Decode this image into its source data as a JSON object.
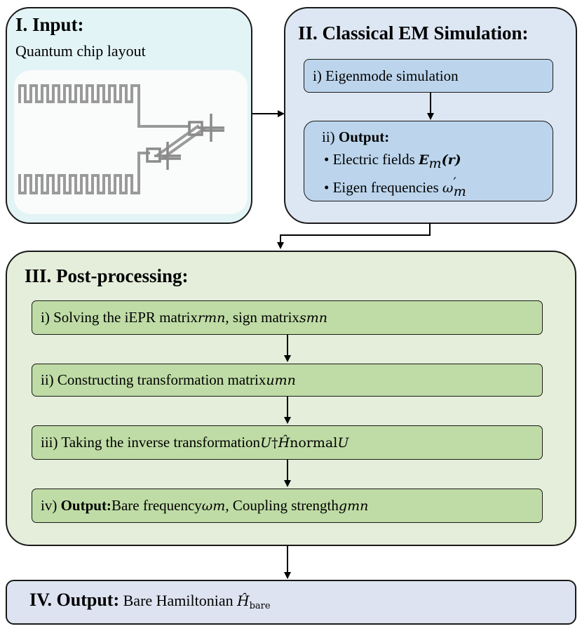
{
  "input": {
    "title": "I. Input:",
    "subtitle": "Quantum chip layout"
  },
  "em_sim": {
    "title": "II. Classical EM Simulation:",
    "step1": "i) Eigenmode simulation",
    "step2_prefix": "ii) ",
    "step2_bold": "Output:",
    "bullet1_text": "Electric fields ",
    "bullet1_math": "E",
    "bullet1_sub": "m",
    "bullet1_arg": "(r)",
    "bullet2_text": "Eigen frequencies ",
    "bullet2_math": "ω",
    "bullet2_sup": "′",
    "bullet2_sub": "m",
    "bullet_glyph": "•"
  },
  "post": {
    "title": "III. Post-processing:",
    "steps": [
      {
        "text": "i) Solving the iEPR matrix ",
        "m1": "r",
        "s1": "mn",
        "mid": ", sign matrix ",
        "m2": "s",
        "s2": "mn"
      },
      {
        "text": "ii) Constructing transformation matrix ",
        "m1": "u",
        "s1": "mn"
      },
      {
        "text": "iii) Taking the inverse transformation ",
        "U": "U",
        "dag": "†",
        "H": "Ĥ",
        "Hsub": "normal",
        "U2": "U"
      },
      {
        "prefix": "iv) ",
        "bold": "Output:",
        "text": " Bare frequency ",
        "m1": "ω",
        "s1": "m",
        "mid": ", Coupling strength ",
        "m2": "g",
        "s2": "mn"
      }
    ]
  },
  "output": {
    "title": "IV. Output:",
    "text": " Bare Hamiltonian ",
    "H": "Ĥ",
    "Hsub": "bare"
  }
}
